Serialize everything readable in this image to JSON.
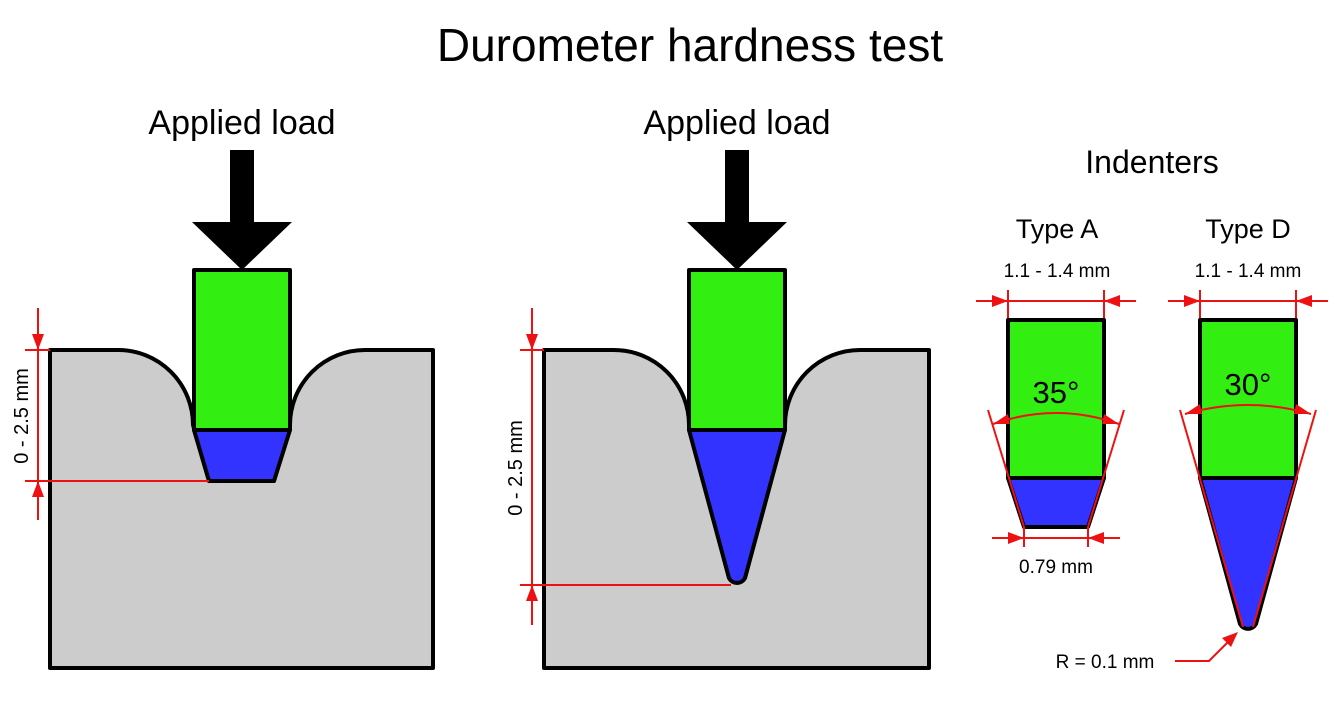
{
  "title": "Durometer hardness test",
  "left_panel": {
    "load_label": "Applied load",
    "depth_label": "0 - 2.5 mm"
  },
  "right_panel": {
    "load_label": "Applied load",
    "depth_label": "0 - 2.5 mm"
  },
  "indenters": {
    "heading": "Indenters",
    "type_a": {
      "label": "Type A",
      "width_label": "1.1 - 1.4 mm",
      "angle_label": "35°",
      "tip_label": "0.79 mm"
    },
    "type_d": {
      "label": "Type D",
      "width_label": "1.1 - 1.4 mm",
      "angle_label": "30°",
      "radius_label": "R = 0.1 mm"
    }
  },
  "colors": {
    "indenter_body": "#33ee11",
    "indenter_tip": "#3333ff",
    "specimen": "#cccccc",
    "dimension": "#ee1111",
    "arrow": "#000000"
  },
  "icons": {
    "load_arrow": "down-arrow-icon"
  }
}
